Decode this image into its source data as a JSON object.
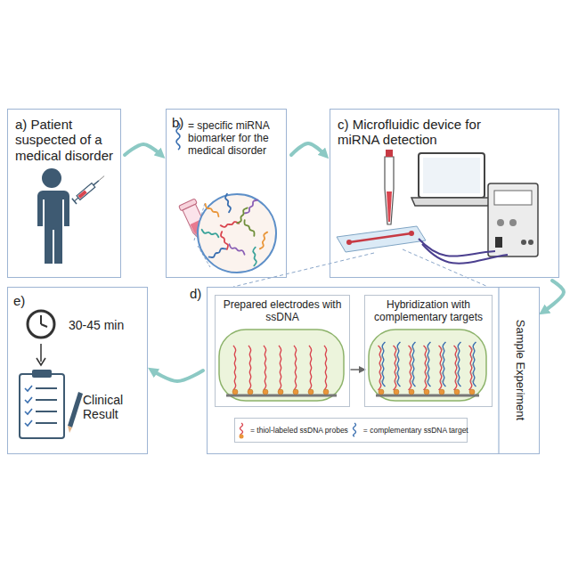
{
  "diagram": {
    "nodes": [
      {
        "text": [
          "a) Patient suspected of a medical disorder"
        ]
      },
      {
        "text": [
          "b)",
          "= specific miRNA biomarker for the medical disorder"
        ]
      },
      {
        "text": [
          "c) Microfluidic device for miRNA detection"
        ]
      },
      {
        "text": [
          "d)",
          "Sample Experiment"
        ]
      },
      {
        "text": [
          "Prepared electrodes with ssDNA"
        ],
        "in": 3
      },
      {
        "text": [
          "Hybridization with complementary targets"
        ],
        "in": 3
      },
      {
        "text": [
          "e)",
          "30-45 min",
          "Clinical Result"
        ]
      }
    ],
    "edges": [
      {
        "from": 0,
        "to": 1,
        "arrow": "to"
      },
      {
        "from": 1,
        "to": 2,
        "arrow": "to"
      },
      {
        "from": 2,
        "to": 3,
        "arrow": "to"
      },
      {
        "from": 3,
        "to": 6,
        "arrow": "to"
      },
      {
        "from": 4,
        "to": 5,
        "arrow": "to"
      }
    ],
    "legend": [
      {
        "text": "= thiol-labeled ssDNA probes"
      },
      {
        "text": "= complementary ssDNA target"
      }
    ]
  }
}
